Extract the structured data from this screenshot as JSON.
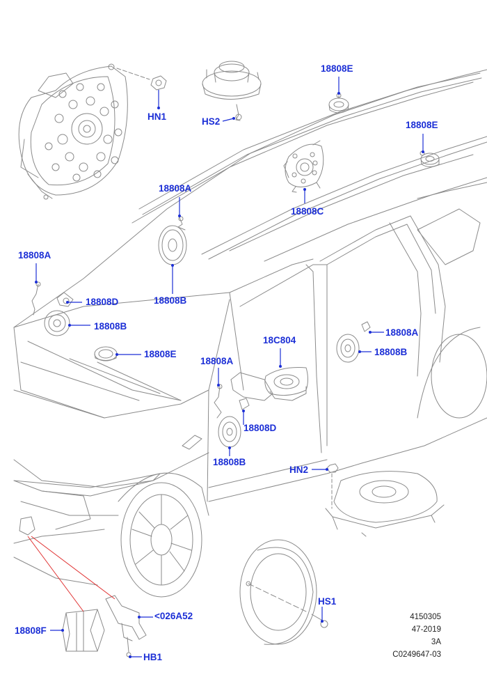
{
  "colors": {
    "callout": "#1c2fd6",
    "leader": "#1c2fd6",
    "line_art": "#8a8a8a",
    "red_line": "#e03030",
    "metadata": "#222222"
  },
  "callouts": {
    "hn1": "HN1",
    "hs2": "HS2",
    "e_top": "18808E",
    "e_right": "18808E",
    "c": "18808C",
    "a_roof": "18808A",
    "b_roof": "18808B",
    "a_left": "18808A",
    "d_left": "18808D",
    "b_left": "18808B",
    "e_left": "18808E",
    "c804": "18C804",
    "a_right": "18808A",
    "b_right": "18808B",
    "a_mid": "18808A",
    "d_mid": "18808D",
    "b_mid": "18808B",
    "hn2": "HN2",
    "hs1": "HS1",
    "f": "18808F",
    "k026": "<026A52",
    "hb1": "HB1"
  },
  "metadata": {
    "line1": "4150305",
    "line2": "47-2019",
    "line3": "3A",
    "line4": "C0249647-03"
  }
}
